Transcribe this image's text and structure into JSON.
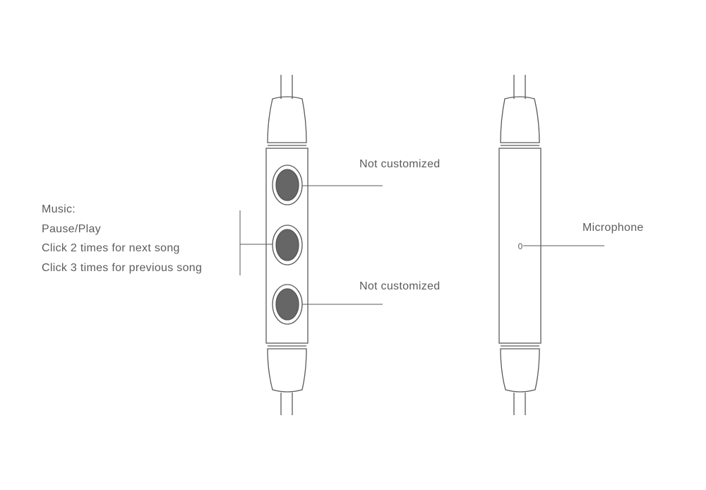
{
  "labels": {
    "top_button": "Not customized",
    "bottom_button": "Not customized",
    "microphone": "Microphone",
    "mic_marker": "0"
  },
  "music": {
    "lines": [
      "Music:",
      "Pause/Play",
      "Click 2 times for next song",
      "Click 3 times for previous song"
    ]
  },
  "colors": {
    "stroke": "#5a5a5a",
    "button_fill": "#666666",
    "text": "#5c5c5c"
  }
}
